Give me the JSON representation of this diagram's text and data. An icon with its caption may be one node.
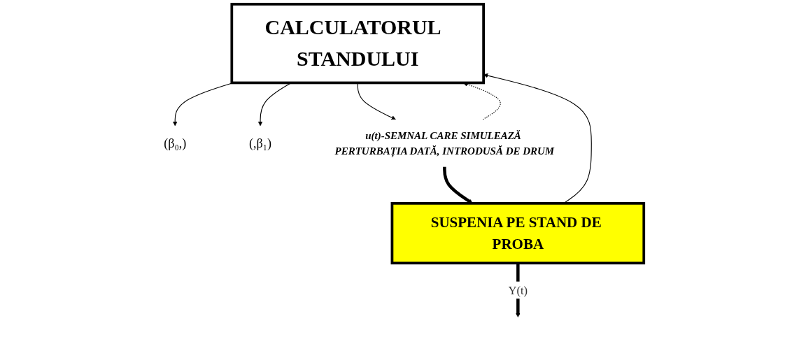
{
  "diagram": {
    "nodes": [
      {
        "text": [
          "CALCULATORUL  STANDULUI"
        ]
      },
      {
        "text": [
          "SUSPENIA PE STAND DE PROBA"
        ]
      },
      {
        "text": [
          "(β₀,)"
        ]
      },
      {
        "text": [
          "(,β₁)"
        ]
      },
      {
        "text": [
          "u(t)-SEMNAL CARE SIMULEAZĂ PERTURBAȚIA DATĂ, INTRODUSĂ DE DRUM"
        ]
      }
    ],
    "edges": [
      {
        "from": 0,
        "to": 2,
        "arrow": "to"
      },
      {
        "from": 0,
        "to": 3,
        "arrow": "to"
      },
      {
        "from": 1,
        "to": null,
        "arrow": "to",
        "style": "thick",
        "label": "Y(t)"
      },
      {
        "from": 1,
        "to": 0,
        "arrow": "to"
      },
      {
        "from": 0,
        "to": 4,
        "arrow": "to"
      },
      {
        "from": 4,
        "to": 1,
        "arrow": "to",
        "style": "thick"
      },
      {
        "from": 4,
        "to": 0,
        "arrow": "to",
        "style": "dashed"
      }
    ]
  }
}
